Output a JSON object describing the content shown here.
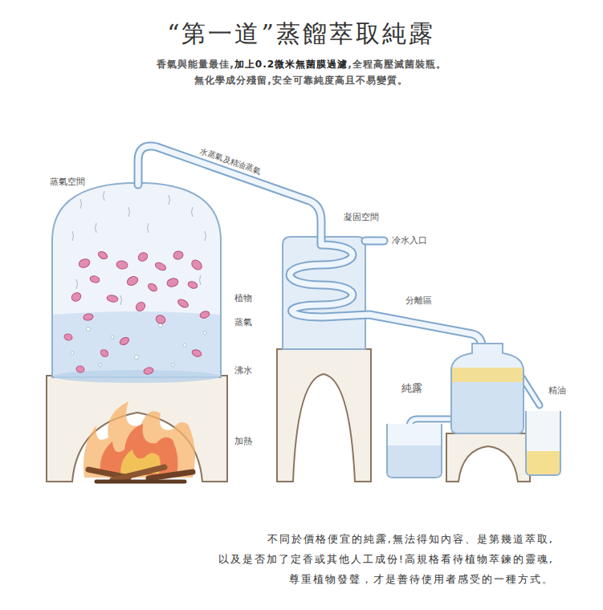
{
  "diagram": {
    "title": "“第一道”蒸餾萃取純露",
    "labels": [
      "香氣與能量最佳,",
      "加上0.2微米無菌膜過濾",
      ",全程高壓滅菌裝瓶。",
      "無化學成分殘留,安全可靠純度高且不易變質。",
      "蒸氣空間",
      "水蒸氣及精油蒸氣",
      "凝固空間",
      "冷水入口",
      "植物",
      "蒸氣",
      "分離區",
      "沸水",
      "純露",
      "精油",
      "加熱",
      "不同於價格便宜的純露,無法得知內容、是第幾道萃取,",
      "以及是否加了定香或其他人工成份!高規格看待植物萃鍊的靈魂,",
      "尊重植物發聲，才是善待使用者感受的一種方式。"
    ]
  }
}
